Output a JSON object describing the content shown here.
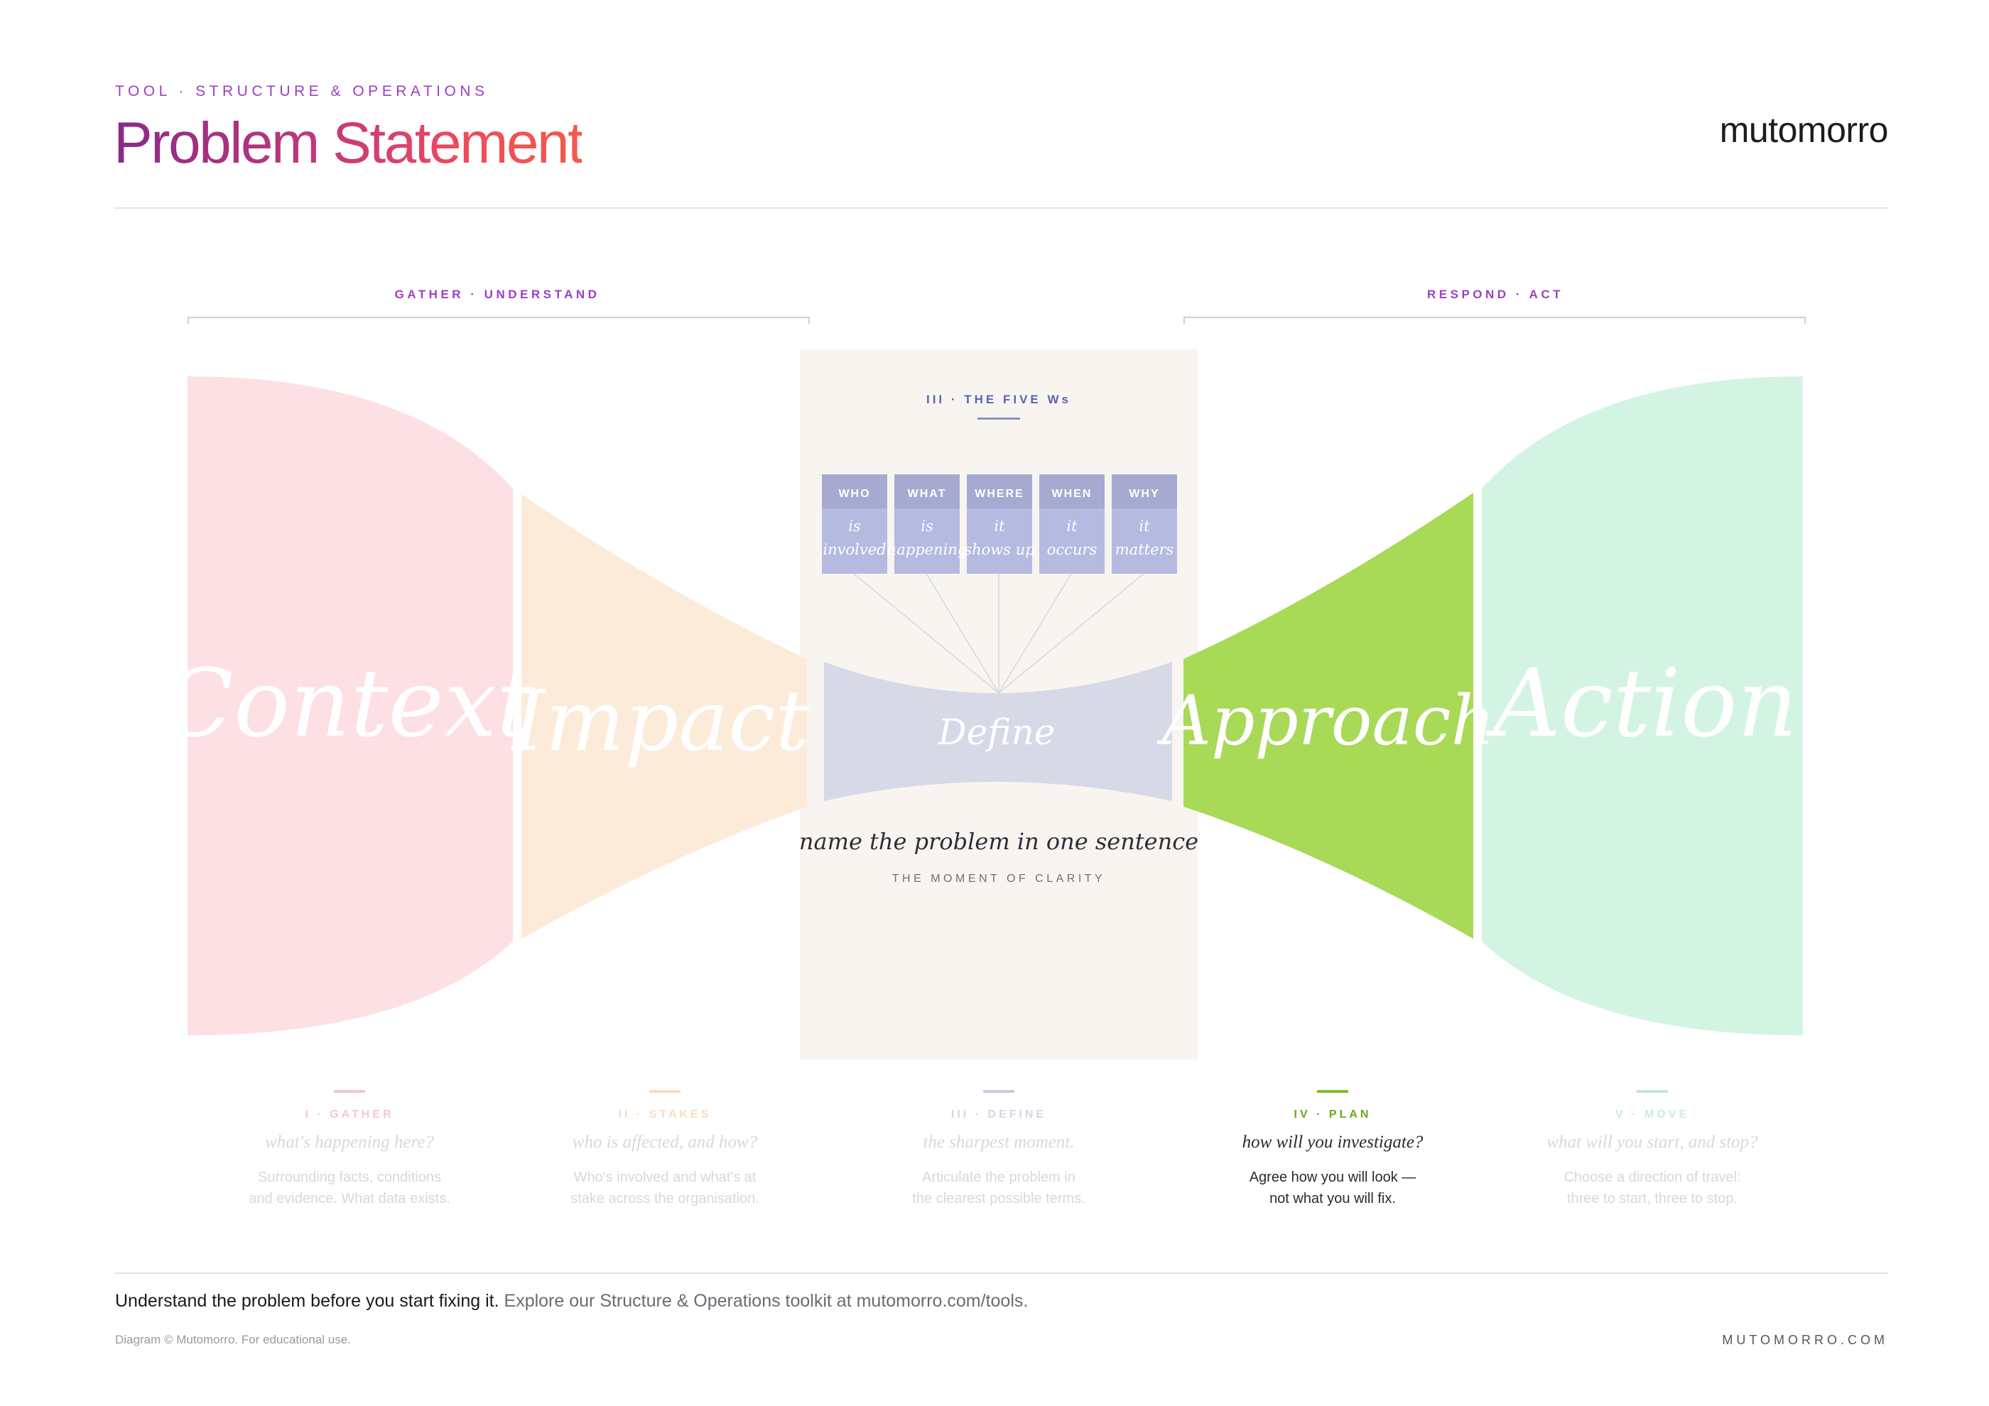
{
  "header": {
    "eyebrow": "TOOL · STRUCTURE & OPERATIONS",
    "title": "Problem Statement",
    "brand": "mutomorro"
  },
  "groups": {
    "left": "GATHER · UNDERSTAND",
    "right": "RESPOND · ACT"
  },
  "stages": [
    {
      "name": "Context",
      "color": "#fde0e4"
    },
    {
      "name": "Impact",
      "color": "#fdebda"
    },
    {
      "name": "Define",
      "color": "#d8d9e7"
    },
    {
      "name": "Approach",
      "color": "#a8d957"
    },
    {
      "name": "Action",
      "color": "#d4f4e3"
    }
  ],
  "five_ws": {
    "title": "III · THE FIVE Ws",
    "items": [
      {
        "head": "WHO",
        "line1": "is",
        "line2": "involved"
      },
      {
        "head": "WHAT",
        "line1": "is",
        "line2": "happening"
      },
      {
        "head": "WHERE",
        "line1": "it",
        "line2": "shows up"
      },
      {
        "head": "WHEN",
        "line1": "it",
        "line2": "occurs"
      },
      {
        "head": "WHY",
        "line1": "it",
        "line2": "matters"
      }
    ],
    "statement": "name the problem in one sentence",
    "caption": "THE MOMENT OF CLARITY"
  },
  "columns": [
    {
      "label": "I · GATHER",
      "question": "what's happening here?",
      "desc1": "Surrounding facts, conditions",
      "desc2": "and evidence. What data exists.",
      "accent": "#f8c4cb"
    },
    {
      "label": "II · STAKES",
      "question": "who is affected, and how?",
      "desc1": "Who's involved and what's at",
      "desc2": "stake across the organisation.",
      "accent": "#fbdcbc"
    },
    {
      "label": "III · DEFINE",
      "question": "the sharpest moment.",
      "desc1": "Articulate the problem in",
      "desc2": "the clearest possible terms.",
      "accent": "#c9cbe0"
    },
    {
      "label": "IV · PLAN",
      "question": "how will you investigate?",
      "desc1": "Agree how you will look —",
      "desc2": "not what you will fix.",
      "accent": "#7fbf2a"
    },
    {
      "label": "V · MOVE",
      "question": "what will you start, and stop?",
      "desc1": "Choose a direction of travel:",
      "desc2": "three to start, three to stop.",
      "accent": "#bde9d3"
    }
  ],
  "footer": {
    "lead": "Understand the problem before you start fixing it.",
    "rest": " Explore our Structure & Operations toolkit at mutomorro.com/tools.",
    "copyright": "Diagram © Mutomorro. For educational use.",
    "site": "MUTOMORRO.COM"
  }
}
